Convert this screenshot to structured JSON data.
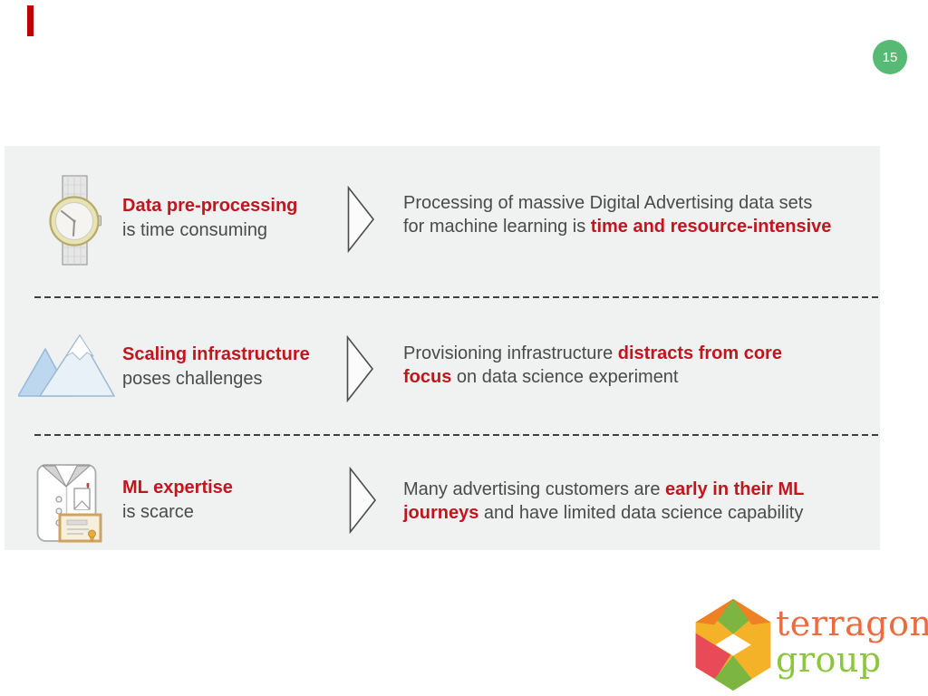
{
  "page": {
    "number": "15"
  },
  "colors": {
    "accent_bar_red": "#c00000",
    "highlight_red": "#c1161d",
    "body_gray": "#4a4a4a",
    "panel_bg": "#f0f1f1",
    "badge_green": "#57ba74",
    "dash_gray": "#3f3f3f",
    "logo_orange": "#ed6b3f",
    "logo_green": "#8cc63e",
    "cube_green": "#7db543",
    "cube_yellow": "#f4b229",
    "cube_orange": "#ef8023",
    "cube_red": "#e84a57"
  },
  "rows": [
    {
      "icon": "watch-icon",
      "title": "Data pre-processing",
      "subtitle": "is time consuming",
      "right_segments": [
        {
          "t": "Processing of massive Digital Advertising data sets\nfor machine learning is ",
          "red": false
        },
        {
          "t": "time and resource-intensive",
          "red": true
        }
      ]
    },
    {
      "icon": "mountains-icon",
      "title": "Scaling infrastructure",
      "subtitle": "poses challenges",
      "right_segments": [
        {
          "t": "Provisioning infrastructure ",
          "red": false
        },
        {
          "t": "distracts from core\nfocus",
          "red": true
        },
        {
          "t": " on data science experiment",
          "red": false
        }
      ]
    },
    {
      "icon": "lab-coat-icon",
      "title": "ML expertise",
      "subtitle": "is scarce",
      "right_segments": [
        {
          "t": "Many advertising customers are ",
          "red": false
        },
        {
          "t": "early in their ML\njourneys",
          "red": true
        },
        {
          "t": " and have limited data science capability",
          "red": false
        }
      ]
    }
  ],
  "logo": {
    "line1": "terragon",
    "line2": "group"
  }
}
